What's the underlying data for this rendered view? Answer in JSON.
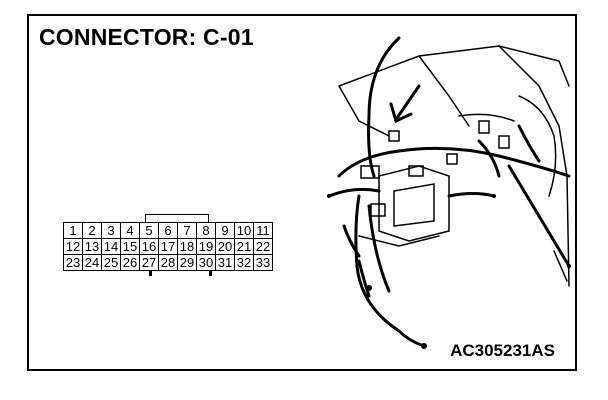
{
  "title": "CONNECTOR: C-01",
  "figure_code": "AC305231AS",
  "connector_pins": {
    "rows": [
      [
        "1",
        "2",
        "3",
        "4",
        "5",
        "6",
        "7",
        "8",
        "9",
        "10",
        "11"
      ],
      [
        "12",
        "13",
        "14",
        "15",
        "16",
        "17",
        "18",
        "19",
        "20",
        "21",
        "22"
      ],
      [
        "23",
        "24",
        "25",
        "26",
        "27",
        "28",
        "29",
        "30",
        "31",
        "32",
        "33"
      ]
    ]
  }
}
